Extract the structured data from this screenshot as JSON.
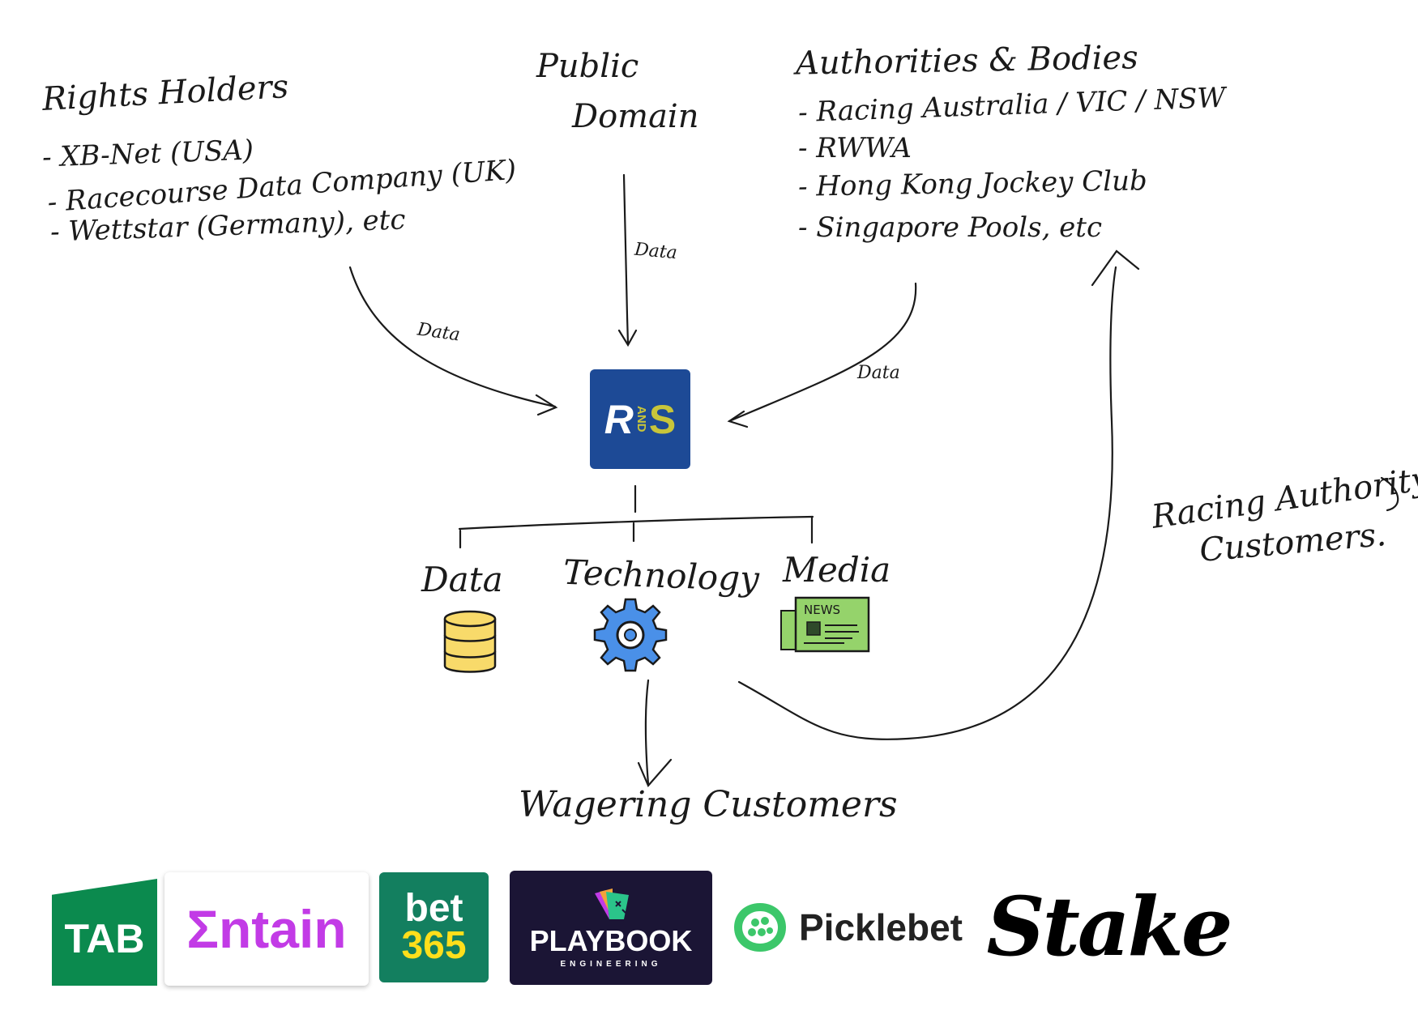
{
  "sources": {
    "rights_holders": {
      "heading": "Rights Holders",
      "items": [
        "- XB-Net (USA)",
        "- Racecourse Data Company (UK)",
        "- Wettstar (Germany), etc"
      ]
    },
    "public_domain": {
      "line1": "Public",
      "line2": "Domain"
    },
    "authorities": {
      "heading": "Authorities & Bodies",
      "items": [
        "- Racing Australia / VIC / NSW",
        "- RWWA",
        "- Hong Kong Jockey Club",
        "- Singapore Pools, etc"
      ]
    }
  },
  "edge_labels": {
    "left": "Data",
    "center": "Data",
    "right": "Data"
  },
  "center_logo": {
    "r": "R",
    "and": "AND",
    "s": "S",
    "bg_color": "#1d4a96",
    "accent_color": "#c8c53a"
  },
  "outputs": {
    "data": {
      "label": "Data",
      "icon": "database-icon"
    },
    "technology": {
      "label": "Technology",
      "icon": "gear-icon"
    },
    "media": {
      "label": "Media",
      "icon": "newspaper-icon",
      "icon_text": "NEWS"
    }
  },
  "racing_authority": {
    "line1": "Racing Authority",
    "line2": "Customers."
  },
  "wagering": {
    "label": "Wagering Customers"
  },
  "brands": {
    "tab": "TAB",
    "entain": "Σntain",
    "bet365_top": "bet",
    "bet365_bottom": "365",
    "playbook_name": "PLAYBOOK",
    "playbook_sub": "ENGINEERING",
    "picklebet": "Picklebet",
    "stake": "Stake"
  }
}
